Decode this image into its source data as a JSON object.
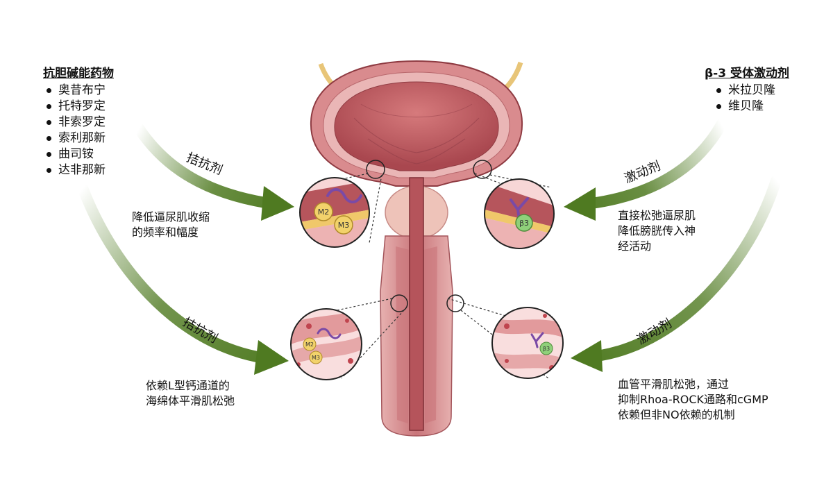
{
  "left_panel": {
    "heading": "抗胆碱能药物",
    "drugs": [
      "奥昔布宁",
      "托特罗定",
      "非索罗定",
      "索利那新",
      "曲司铵",
      "达非那新"
    ]
  },
  "right_panel": {
    "heading": "β-3 受体激动剂",
    "drugs": [
      "米拉贝隆",
      "维贝隆"
    ]
  },
  "arrows": {
    "top_left_label": "拮抗剂",
    "bottom_left_label": "拮抗剂",
    "top_right_label": "激动剂",
    "bottom_right_label": "激动剂"
  },
  "descriptions": {
    "top_left": [
      "降低逼尿肌收缩",
      "的频率和幅度"
    ],
    "bottom_left": [
      "依赖L型钙通道的",
      "海绵体平滑肌松弛"
    ],
    "top_right": [
      "直接松弛逼尿肌",
      "降低膀胱传入神",
      "经活动"
    ],
    "bottom_right": [
      "血管平滑肌松弛，通过",
      "抑制Rhoa-ROCK通路和cGMP",
      "依赖但非NO依赖的机制"
    ]
  },
  "receptors": {
    "m2": "M2",
    "m3": "M3",
    "beta3": "β3"
  },
  "colors": {
    "arrow_green": "#4f7a21",
    "tissue_dark": "#b9555d",
    "tissue_light": "#e8a3a4",
    "receptor_yellow": "#f2d26b",
    "receptor_green": "#8fd07a",
    "ligand_purple": "#7a4aa6"
  }
}
